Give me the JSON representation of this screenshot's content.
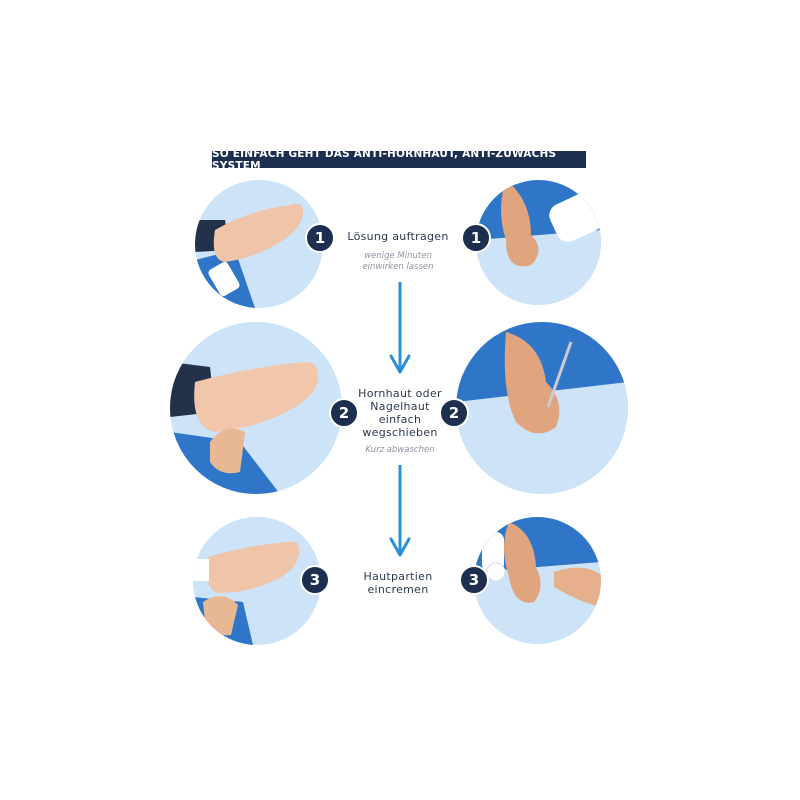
{
  "banner": {
    "title": "SO EINFACH GEHT DAS ANTI-HORNHAUT, ANTI-ZUWACHS SYSTEM"
  },
  "steps": [
    {
      "number": "1",
      "main_lines": [
        "Lösung auftragen"
      ],
      "sub_lines": [
        "wenige Minuten",
        "einwirken lassen"
      ]
    },
    {
      "number": "2",
      "main_lines": [
        "Hornhaut oder",
        "Nagelhaut",
        "einfach",
        "wegschieben"
      ],
      "sub_lines": [
        "Kurz abwaschen"
      ]
    },
    {
      "number": "3",
      "main_lines": [
        "Hautpartien",
        "eincremen"
      ],
      "sub_lines": []
    }
  ],
  "colors": {
    "navy": "#1d2f4f",
    "arrow": "#2a8fd4",
    "light_blue": "#cde3f7",
    "towel_blue": "#2f76c9",
    "skin": "#e9b795"
  },
  "icons": [
    "foot-photo",
    "hand-photo",
    "down-arrow-icon"
  ]
}
